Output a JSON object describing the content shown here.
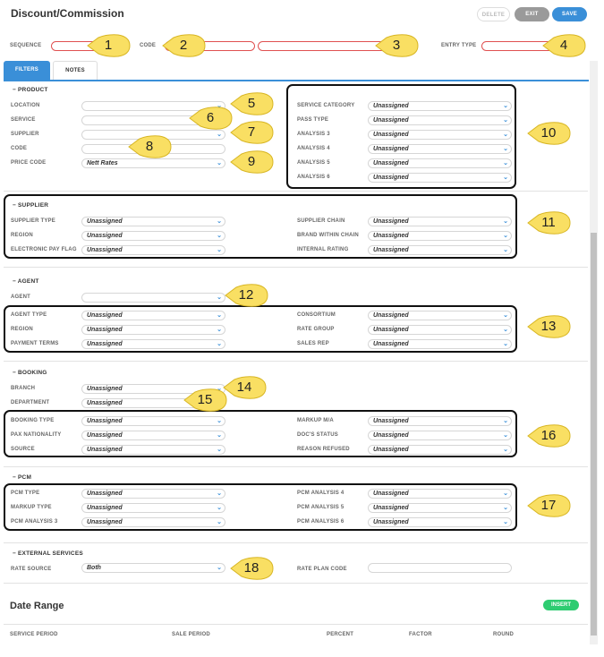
{
  "header": {
    "title": "Discount/Commission",
    "delete_label": "DELETE",
    "exit_label": "EXIT",
    "save_label": "SAVE"
  },
  "top_fields": {
    "sequence_label": "SEQUENCE",
    "code_label": "CODE",
    "entry_type_label": "ENTRY TYPE"
  },
  "tabs": [
    "FILTERS",
    "NOTES"
  ],
  "product": {
    "title": "PRODUCT",
    "location_label": "LOCATION",
    "service_label": "SERVICE",
    "supplier_label": "SUPPLIER",
    "code_label": "CODE",
    "price_code_label": "PRICE CODE",
    "price_code_value": "Nett Rates",
    "right": [
      {
        "label": "SERVICE CATEGORY",
        "value": "Unassigned"
      },
      {
        "label": "PASS TYPE",
        "value": "Unassigned"
      },
      {
        "label": "ANALYSIS 3",
        "value": "Unassigned"
      },
      {
        "label": "ANALYSIS 4",
        "value": "Unassigned"
      },
      {
        "label": "ANALYSIS 5",
        "value": "Unassigned"
      },
      {
        "label": "ANALYSIS 6",
        "value": "Unassigned"
      }
    ]
  },
  "supplier": {
    "title": "SUPPLIER",
    "left": [
      {
        "label": "SUPPLIER TYPE",
        "value": "Unassigned"
      },
      {
        "label": "REGION",
        "value": "Unassigned"
      },
      {
        "label": "ELECTRONIC PAY FLAG",
        "value": "Unassigned"
      }
    ],
    "right": [
      {
        "label": "SUPPLIER CHAIN",
        "value": "Unassigned"
      },
      {
        "label": "BRAND WITHIN CHAIN",
        "value": "Unassigned"
      },
      {
        "label": "INTERNAL RATING",
        "value": "Unassigned"
      }
    ]
  },
  "agent": {
    "title": "AGENT",
    "agent_label": "AGENT",
    "left": [
      {
        "label": "AGENT TYPE",
        "value": "Unassigned"
      },
      {
        "label": "REGION",
        "value": "Unassigned"
      },
      {
        "label": "PAYMENT TERMS",
        "value": "Unassigned"
      }
    ],
    "right": [
      {
        "label": "CONSORTIUM",
        "value": "Unassigned"
      },
      {
        "label": "RATE GROUP",
        "value": "Unassigned"
      },
      {
        "label": "SALES REP",
        "value": "Unassigned"
      }
    ]
  },
  "booking": {
    "title": "BOOKING",
    "branch_label": "BRANCH",
    "branch_value": "Unassigned",
    "department_label": "DEPARTMENT",
    "department_value": "Unassigned",
    "left": [
      {
        "label": "BOOKING TYPE",
        "value": "Unassigned"
      },
      {
        "label": "PAX NATIONALITY",
        "value": "Unassigned"
      },
      {
        "label": "SOURCE",
        "value": "Unassigned"
      }
    ],
    "right": [
      {
        "label": "MARKUP M/A",
        "value": "Unassigned"
      },
      {
        "label": "DOC'S STATUS",
        "value": "Unassigned"
      },
      {
        "label": "REASON REFUSED",
        "value": "Unassigned"
      }
    ]
  },
  "pcm": {
    "title": "PCM",
    "left": [
      {
        "label": "PCM TYPE",
        "value": "Unassigned"
      },
      {
        "label": "MARKUP TYPE",
        "value": "Unassigned"
      },
      {
        "label": "PCM ANALYSIS 3",
        "value": "Unassigned"
      }
    ],
    "right": [
      {
        "label": "PCM ANALYSIS 4",
        "value": "Unassigned"
      },
      {
        "label": "PCM ANALYSIS 5",
        "value": "Unassigned"
      },
      {
        "label": "PCM ANALYSIS 6",
        "value": "Unassigned"
      }
    ]
  },
  "external": {
    "title": "EXTERNAL SERVICES",
    "rate_source_label": "RATE SOURCE",
    "rate_source_value": "Both",
    "rate_plan_code_label": "RATE PLAN CODE"
  },
  "date_range": {
    "title": "Date Range",
    "insert_label": "INSERT",
    "columns": [
      "SERVICE PERIOD",
      "SALE PERIOD",
      "PERCENT",
      "FACTOR",
      "ROUND"
    ]
  },
  "collapse_glyph": "−",
  "chevron_glyph": "⌄",
  "callouts": [
    "1",
    "2",
    "3",
    "4",
    "5",
    "6",
    "7",
    "8",
    "9",
    "10",
    "11",
    "12",
    "13",
    "14",
    "15",
    "16",
    "17",
    "18"
  ],
  "colors": {
    "accent_blue": "#3a8fd8",
    "exit_gray": "#9a9a9a",
    "insert_green": "#2ecc71",
    "required_red": "#e05050",
    "callout_yellow": "#f9df63"
  }
}
